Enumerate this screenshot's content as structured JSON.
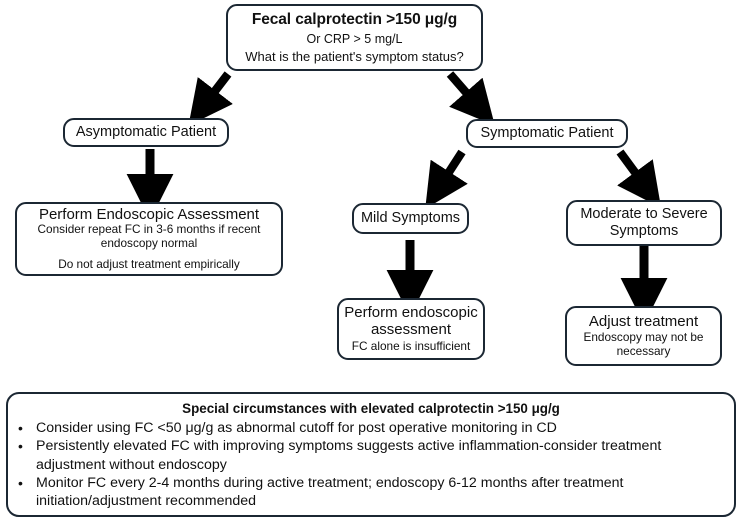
{
  "diagram": {
    "title_node": {
      "line1": "Fecal calprotectin >150 μg/g",
      "line2": "Or CRP > 5 mg/L",
      "line3": "What is the patient's symptom status?"
    },
    "branch_asymptomatic": {
      "label": "Asymptomatic Patient"
    },
    "branch_symptomatic": {
      "label": "Symptomatic Patient"
    },
    "asymptomatic_action": {
      "heading": "Perform Endoscopic Assessment",
      "line2": "Consider repeat FC in 3-6 months if recent",
      "line3": "endoscopy normal",
      "line4": "Do not adjust treatment empirically"
    },
    "mild": {
      "label": "Mild Symptoms"
    },
    "moderate_severe": {
      "line1": "Moderate to Severe",
      "line2": "Symptoms"
    },
    "mild_action": {
      "line1": "Perform endoscopic",
      "line2": "assessment",
      "line3": "FC alone is insufficient"
    },
    "severe_action": {
      "line1": "Adjust treatment",
      "line2": "Endoscopy may not be",
      "line3": "necessary"
    },
    "special_panel": {
      "title": "Special circumstances with elevated calprotectin >150 μg/g",
      "bullet_marker": "•",
      "bullets": [
        "Consider using FC <50 μg/g as abnormal cutoff for post operative monitoring in CD",
        "Persistently elevated FC with improving symptoms suggests active inflammation-consider treatment adjustment without endoscopy",
        "Monitor FC every 2-4 months during active treatment; endoscopy 6-12 months after treatment initiation/adjustment recommended"
      ]
    },
    "colors": {
      "stroke": "#1b2733",
      "arrow": "#000000",
      "background": "#ffffff",
      "text": "#111111"
    }
  }
}
